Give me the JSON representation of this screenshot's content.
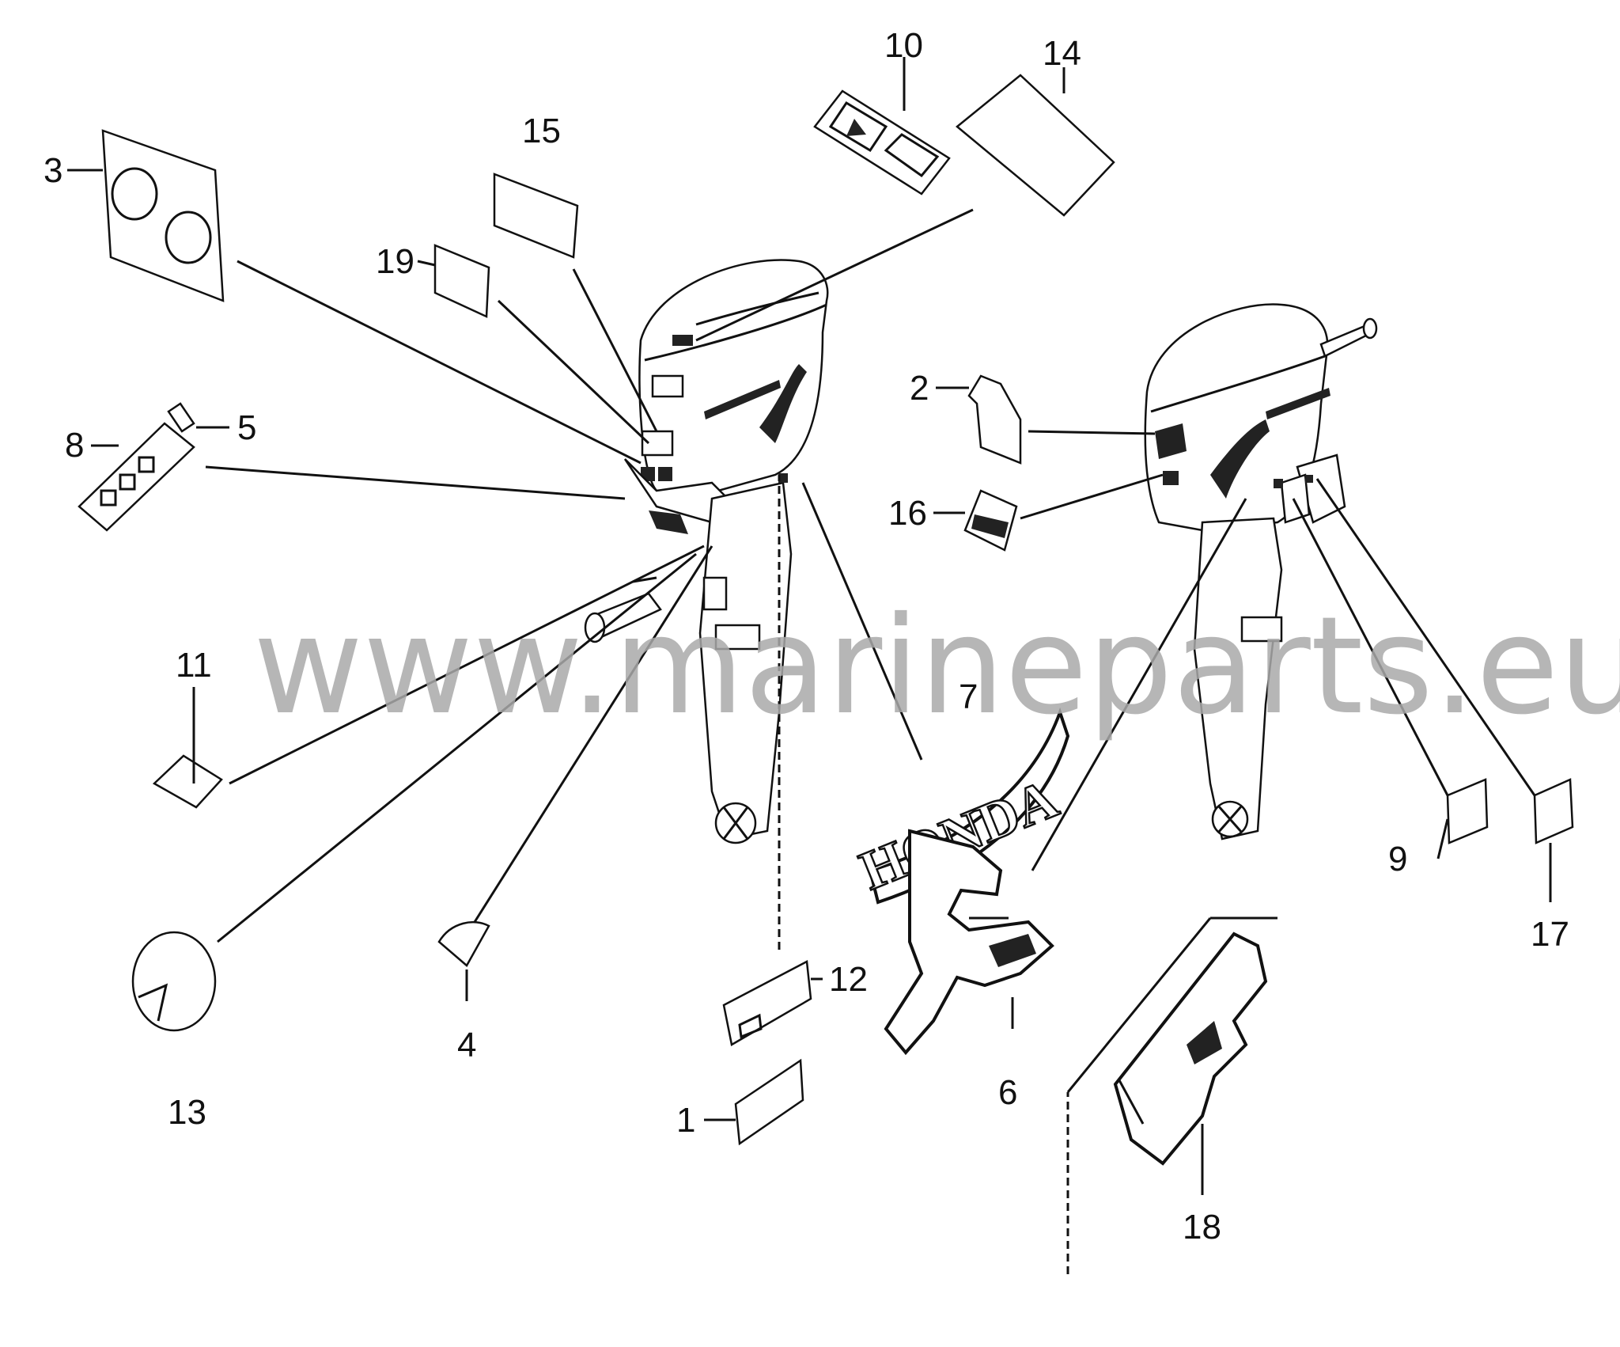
{
  "watermark": "www.marineparts.eu",
  "watermark_color": "#a9a9a9",
  "brand_decal": "HONDA",
  "part_numbers": {
    "p1": "1",
    "p2": "2",
    "p3": "3",
    "p4": "4",
    "p5": "5",
    "p6": "6",
    "p7": "7",
    "p8": "8",
    "p9": "9",
    "p10": "10",
    "p11": "11",
    "p12": "12",
    "p13": "13",
    "p14": "14",
    "p15": "15",
    "p16": "16",
    "p17": "17",
    "p18": "18",
    "p19": "19"
  }
}
